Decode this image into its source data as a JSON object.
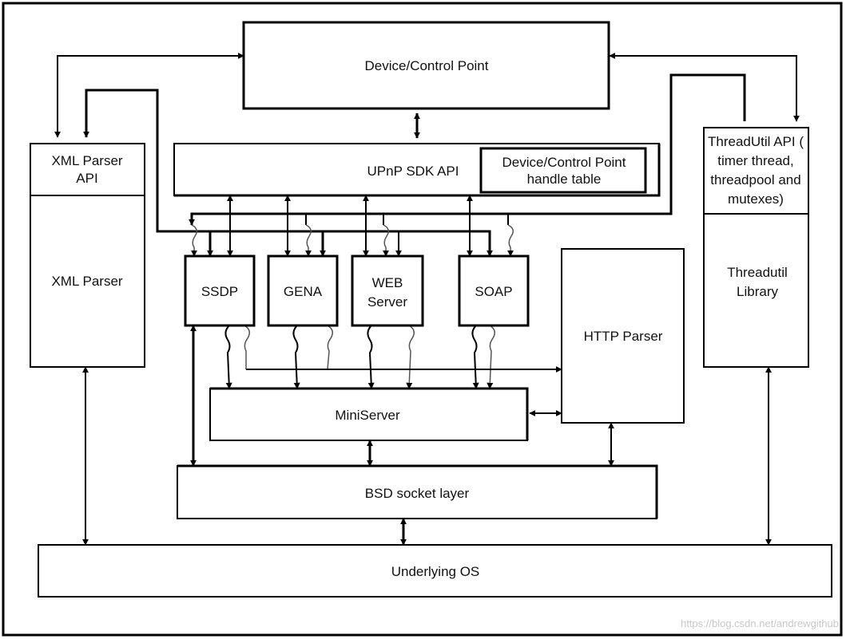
{
  "boxes": {
    "device_control_point": "Device/Control Point",
    "upnp_sdk_api": "UPnP SDK API",
    "handle_table": [
      "Device/Control Point",
      "handle table"
    ],
    "xml_parser_api": [
      "XML Parser",
      "API"
    ],
    "xml_parser": "XML Parser",
    "threadutil_api": [
      "ThreadUtil API (",
      "timer thread,",
      "threadpool and",
      "mutexes)"
    ],
    "threadutil_library": [
      "Threadutil",
      "Library"
    ],
    "ssdp": "SSDP",
    "gena": "GENA",
    "web_server": [
      "WEB",
      "Server"
    ],
    "soap": "SOAP",
    "http_parser": "HTTP Parser",
    "miniserver": "MiniServer",
    "bsd_socket_layer": "BSD socket layer",
    "underlying_os": "Underlying OS"
  },
  "watermark": "https://blog.csdn.net/andrewgithub"
}
